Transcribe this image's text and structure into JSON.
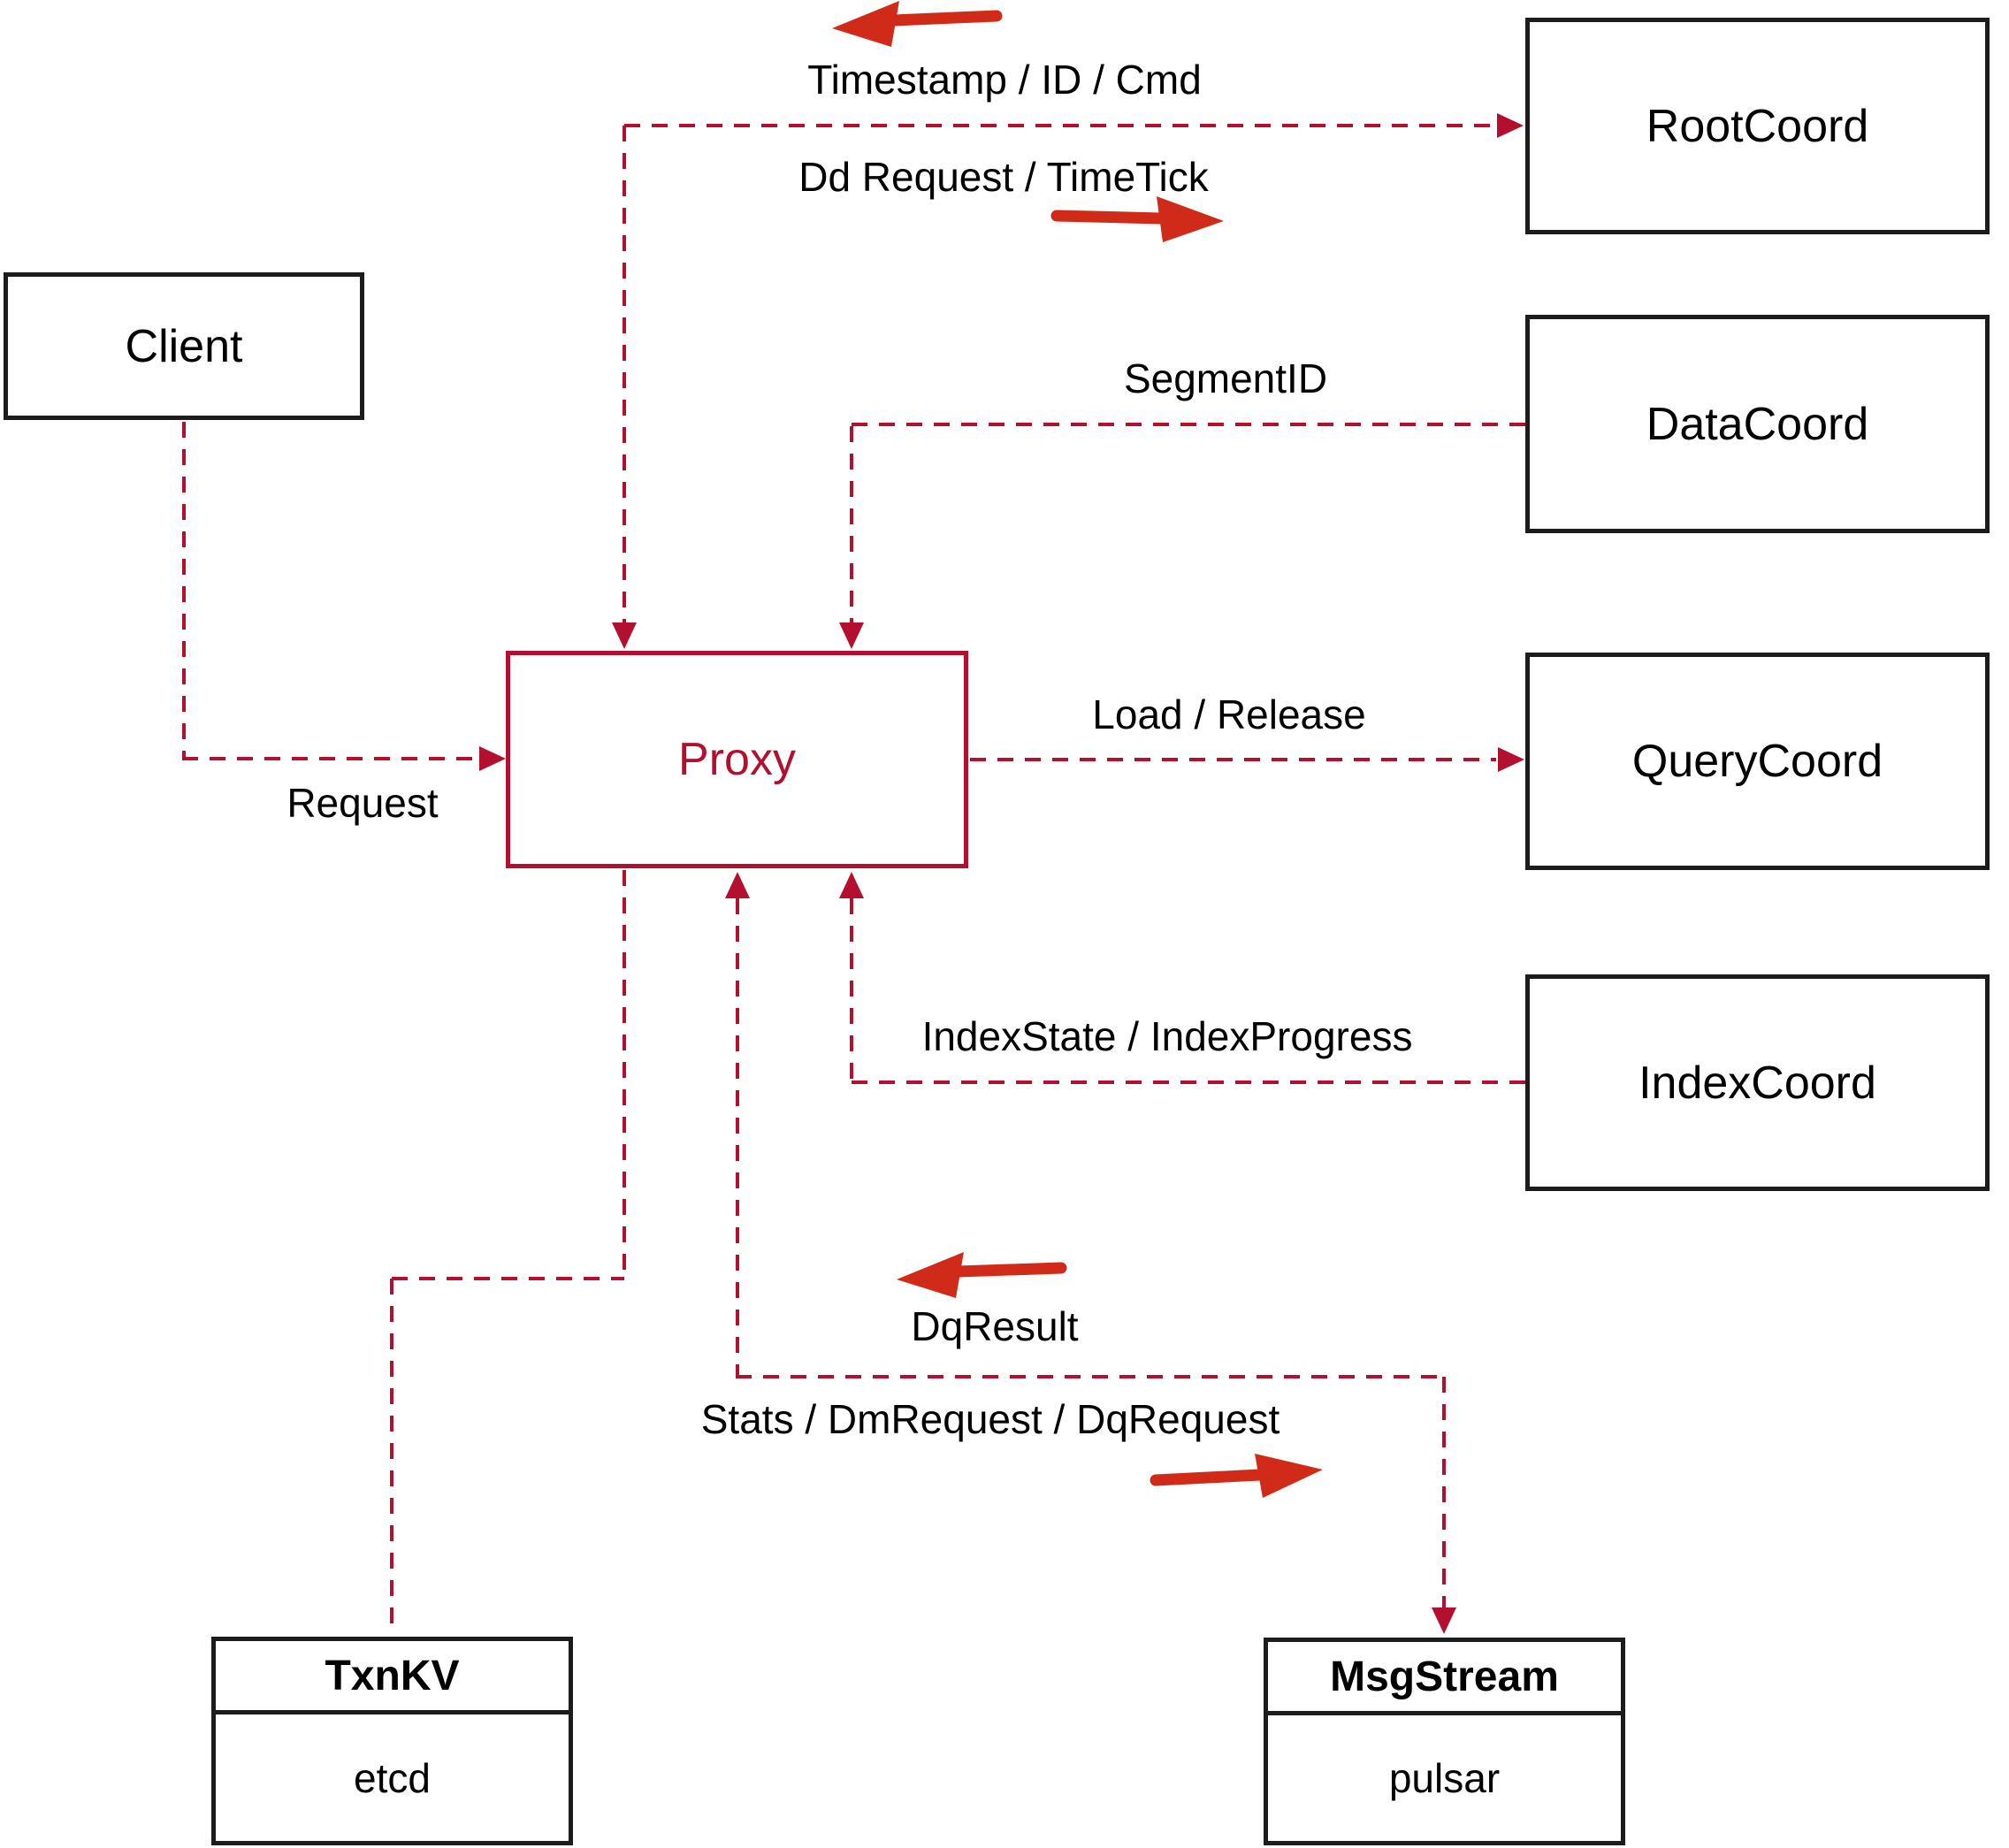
{
  "diagram": {
    "nodes": {
      "client": {
        "label": "Client"
      },
      "root_coord": {
        "label": "RootCoord"
      },
      "data_coord": {
        "label": "DataCoord"
      },
      "query_coord": {
        "label": "QueryCoord"
      },
      "index_coord": {
        "label": "IndexCoord"
      },
      "proxy": {
        "label": "Proxy"
      },
      "txn_kv": {
        "title": "TxnKV",
        "impl": "etcd"
      },
      "msg_stream": {
        "title": "MsgStream",
        "impl": "pulsar"
      }
    },
    "edge_labels": {
      "timestamp": "Timestamp / ID / Cmd",
      "dd_request": "Dd Request / TimeTick",
      "segment_id": "SegmentID",
      "load_release": "Load / Release",
      "index_state": "IndexState / IndexProgress",
      "request": "Request",
      "dq_result": "DqResult",
      "stats": "Stats / DmRequest / DqRequest"
    },
    "colors": {
      "edge_dash_red": "#b2102e",
      "arrow_solid_red": "#d02a18",
      "node_border": "#1c1c1c",
      "text": "#000000",
      "background": "#ffffff"
    }
  }
}
